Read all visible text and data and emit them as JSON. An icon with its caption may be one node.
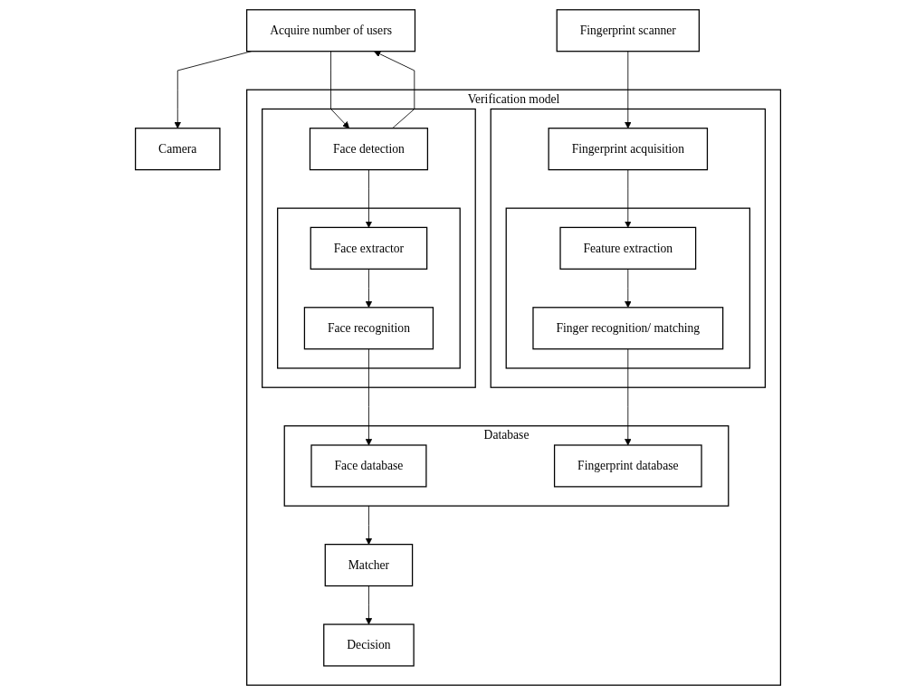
{
  "diagram": {
    "nodes": [
      {
        "text": [
          "Acquire number of users"
        ]
      },
      {
        "text": [
          "Camera"
        ]
      },
      {
        "text": [
          "Verification model"
        ]
      },
      {
        "text": [],
        "shape": "box",
        "in": 2
      },
      {
        "text": [
          "Face detection"
        ],
        "in": 3
      },
      {
        "text": [],
        "shape": "box",
        "in": 3
      },
      {
        "text": [
          "Face extractor"
        ],
        "in": 5
      },
      {
        "text": [
          "Face recognition"
        ],
        "in": 5
      },
      {
        "text": [
          "Database"
        ],
        "in": 2
      },
      {
        "text": [
          "Face database"
        ],
        "in": 8
      },
      {
        "text": [
          "Fingerprint database"
        ],
        "in": 8
      },
      {
        "text": [
          "Matcher"
        ],
        "in": 2
      },
      {
        "text": [
          "Decision"
        ],
        "in": 2
      },
      {
        "text": [],
        "shape": "box",
        "in": 2
      },
      {
        "text": [
          "Fingerprint acquisition"
        ],
        "in": 13
      },
      {
        "text": [],
        "shape": "box",
        "in": 13
      },
      {
        "text": [
          "Feature extraction"
        ],
        "in": 15
      },
      {
        "text": [
          "Finger recognition/ matching"
        ],
        "in": 15
      },
      {
        "text": [
          "Fingerprint scanner"
        ]
      }
    ],
    "edges": [
      {
        "from": 0,
        "to": 1,
        "arrow": "to"
      },
      {
        "from": 0,
        "to": 4,
        "arrow": "to"
      },
      {
        "from": 4,
        "to": 0,
        "arrow": "to"
      },
      {
        "from": 4,
        "to": 6,
        "arrow": "to"
      },
      {
        "from": 6,
        "to": 7,
        "arrow": "to"
      },
      {
        "from": 7,
        "to": 9,
        "arrow": "to"
      },
      {
        "from": 8,
        "to": 11,
        "arrow": "to"
      },
      {
        "from": 11,
        "to": 12,
        "arrow": "to"
      },
      {
        "from": 17,
        "to": 10,
        "arrow": "to"
      },
      {
        "from": 18,
        "to": 14,
        "arrow": "to"
      },
      {
        "from": 14,
        "to": 16,
        "arrow": "to"
      },
      {
        "from": 16,
        "to": 17,
        "arrow": "to"
      }
    ]
  }
}
